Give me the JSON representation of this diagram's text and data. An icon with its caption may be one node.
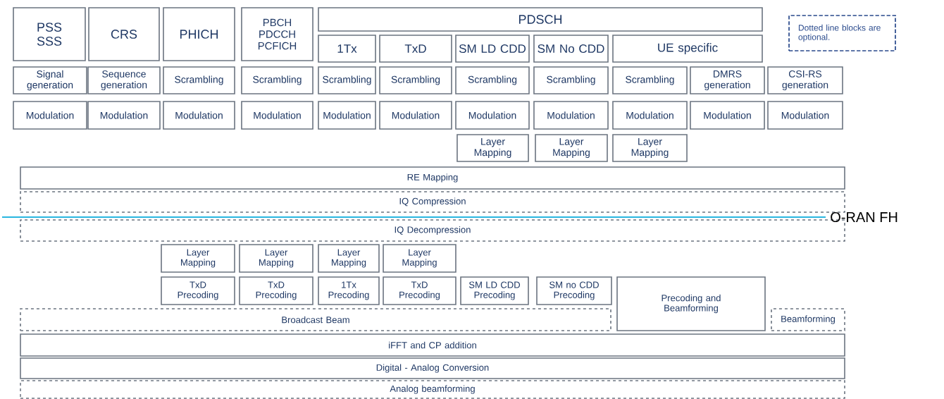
{
  "diagram": {
    "nodes": [
      {
        "text": [
          "PSS SSS"
        ]
      },
      {
        "text": [
          "CRS"
        ]
      },
      {
        "text": [
          "PHICH"
        ]
      },
      {
        "text": [
          "PBCH PDCCH PCFICH"
        ]
      },
      {
        "text": [
          "PDSCH"
        ]
      },
      {
        "text": [
          "1Tx"
        ]
      },
      {
        "text": [
          "TxD"
        ]
      },
      {
        "text": [
          "SM LD CDD"
        ]
      },
      {
        "text": [
          "SM No CDD"
        ]
      },
      {
        "text": [
          "UE specific"
        ]
      },
      {
        "text": [
          "Dotted line blocks are optional."
        ]
      },
      {
        "text": [
          "Signal generation"
        ]
      },
      {
        "text": [
          "Sequence generation"
        ]
      },
      {
        "text": [
          "Scrambling"
        ]
      },
      {
        "text": [
          "Scrambling"
        ]
      },
      {
        "text": [
          "Scrambling"
        ]
      },
      {
        "text": [
          "Scrambling"
        ]
      },
      {
        "text": [
          "Scrambling"
        ]
      },
      {
        "text": [
          "Scrambling"
        ]
      },
      {
        "text": [
          "Scrambling"
        ]
      },
      {
        "text": [
          "DMRS generation"
        ]
      },
      {
        "text": [
          "CSI-RS generation"
        ]
      },
      {
        "text": [
          "Modulation"
        ]
      },
      {
        "text": [
          "Modulation"
        ]
      },
      {
        "text": [
          "Modulation"
        ]
      },
      {
        "text": [
          "Modulation"
        ]
      },
      {
        "text": [
          "Modulation"
        ]
      },
      {
        "text": [
          "Modulation"
        ]
      },
      {
        "text": [
          "Modulation"
        ]
      },
      {
        "text": [
          "Modulation"
        ]
      },
      {
        "text": [
          "Modulation"
        ]
      },
      {
        "text": [
          "Modulation"
        ]
      },
      {
        "text": [
          "Modulation"
        ]
      },
      {
        "text": [
          "Layer Mapping"
        ]
      },
      {
        "text": [
          "Layer Mapping"
        ]
      },
      {
        "text": [
          "Layer Mapping"
        ]
      },
      {
        "text": [
          "RE Mapping"
        ]
      },
      {
        "text": [
          "IQ Compression"
        ]
      },
      {
        "text": [
          "IQ Decompression"
        ]
      },
      {
        "text": [
          "Layer Mapping"
        ]
      },
      {
        "text": [
          "Layer Mapping"
        ]
      },
      {
        "text": [
          "Layer Mapping"
        ]
      },
      {
        "text": [
          "Layer Mapping"
        ]
      },
      {
        "text": [
          "TxD Precoding"
        ]
      },
      {
        "text": [
          "TxD Precoding"
        ]
      },
      {
        "text": [
          "1Tx Precoding"
        ]
      },
      {
        "text": [
          "TxD Precoding"
        ]
      },
      {
        "text": [
          "SM LD CDD Precoding"
        ]
      },
      {
        "text": [
          "SM no CDD Precoding"
        ]
      },
      {
        "text": [
          "Broadcast Beam"
        ]
      },
      {
        "text": [
          "Precoding and Beamforming"
        ]
      },
      {
        "text": [
          "Beamforming"
        ]
      },
      {
        "text": [
          "iFFT and CP addition"
        ]
      },
      {
        "text": [
          "Digital - Analog Conversion"
        ]
      },
      {
        "text": [
          "Analog beamforming"
        ]
      }
    ],
    "labels": [
      "O-RAN FH"
    ]
  }
}
